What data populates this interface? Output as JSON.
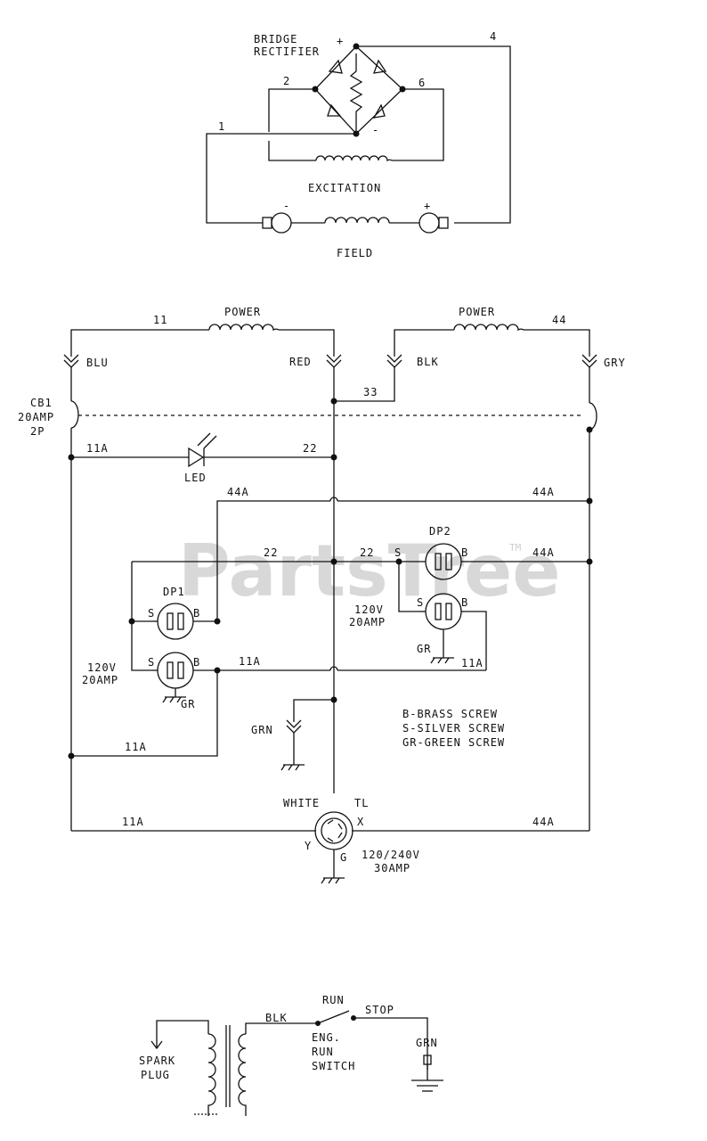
{
  "rectifier": {
    "title_line1": "BRIDGE",
    "title_line2": "RECTIFIER",
    "plus": "+",
    "minus": "-",
    "wire_4": "4",
    "wire_2": "2",
    "wire_6": "6",
    "wire_1": "1"
  },
  "excitation": {
    "label": "EXCITATION"
  },
  "field": {
    "label": "FIELD",
    "minus": "-",
    "plus": "+"
  },
  "power_left": {
    "label": "POWER",
    "wire": "11",
    "color": "BLU",
    "to": "RED"
  },
  "power_right": {
    "label": "POWER",
    "wire": "44",
    "color": "BLK",
    "to": "GRY"
  },
  "breaker": {
    "line1": "CB1",
    "line2": "20AMP",
    "line3": "2P"
  },
  "wires": {
    "w33": "33",
    "w11a": "11A",
    "w22": "22",
    "w44a": "44A"
  },
  "led": {
    "label": "LED"
  },
  "dp1": {
    "label": "DP1",
    "rating1": "120V",
    "rating2": "20AMP",
    "s": "S",
    "b": "B",
    "gr": "GR"
  },
  "dp2": {
    "label": "DP2",
    "rating1": "120V",
    "rating2": "20AMP",
    "s": "S",
    "b": "B",
    "gr": "GR"
  },
  "legend": {
    "line1": "B-BRASS SCREW",
    "line2": "S-SILVER SCREW",
    "line3": "GR-GREEN SCREW"
  },
  "ground": {
    "label": "GRN"
  },
  "twistlock": {
    "white": "WHITE",
    "tl": "TL",
    "x": "X",
    "y": "Y",
    "g": "G",
    "rating1": "120/240V",
    "rating2": "30AMP"
  },
  "ignition": {
    "spark1": "SPARK",
    "spark2": "PLUG",
    "blk": "BLK",
    "run": "RUN",
    "stop": "STOP",
    "eng1": "ENG.",
    "eng2": "RUN",
    "eng3": "SWITCH",
    "grn": "GRN"
  },
  "watermark": {
    "text": "PartsTree",
    "tm": "TM"
  }
}
